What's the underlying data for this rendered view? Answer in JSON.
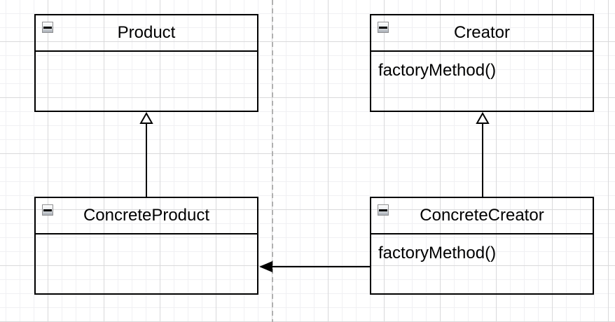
{
  "canvas": {
    "background_color": "#ffffff",
    "grid_minor_color": "#f0f0f3",
    "grid_major_color": "#d9d9db",
    "page_divider_color": "#b0b0b0",
    "stroke_color": "#000000",
    "text_color": "#000000"
  },
  "classes": [
    {
      "name": "Product",
      "methods": []
    },
    {
      "name": "Creator",
      "methods": [
        "factoryMethod()"
      ]
    },
    {
      "name": "ConcreteProduct",
      "methods": []
    },
    {
      "name": "ConcreteCreator",
      "methods": [
        "factoryMethod()"
      ]
    }
  ],
  "relations": [
    {
      "type": "generalization",
      "from": "ConcreteProduct",
      "to": "Product",
      "arrow": "hollow-triangle"
    },
    {
      "type": "generalization",
      "from": "ConcreteCreator",
      "to": "Creator",
      "arrow": "hollow-triangle"
    },
    {
      "type": "association",
      "from": "ConcreteCreator",
      "to": "ConcreteProduct",
      "arrow": "filled-arrow"
    }
  ]
}
